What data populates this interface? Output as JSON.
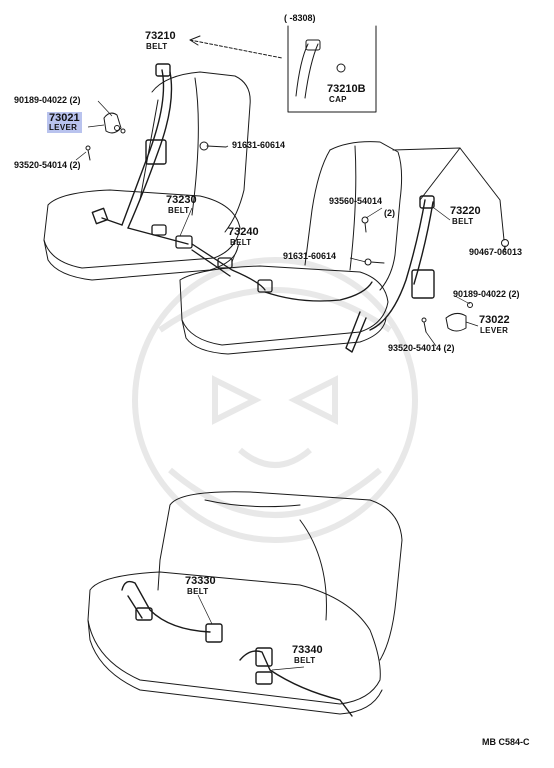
{
  "diagram": {
    "inset_range": "(      -8308)",
    "parts": [
      {
        "id": "p73210",
        "number": "73210",
        "name": "BELT"
      },
      {
        "id": "p73210b",
        "number": "73210B",
        "name": "CAP"
      },
      {
        "id": "p73021",
        "number": "73021",
        "name": "LEVER",
        "highlighted": true
      },
      {
        "id": "p90189a",
        "number": "90189-04022 (2)"
      },
      {
        "id": "p93520a",
        "number": "93520-54014 (2)"
      },
      {
        "id": "p91631a",
        "number": "91631-60614"
      },
      {
        "id": "p73230",
        "number": "73230",
        "name": "BELT"
      },
      {
        "id": "p73240",
        "number": "73240",
        "name": "BELT"
      },
      {
        "id": "p93560",
        "number": "93560-54014",
        "qty": "(2)"
      },
      {
        "id": "p73220",
        "number": "73220",
        "name": "BELT"
      },
      {
        "id": "p91631b",
        "number": "91631-60614"
      },
      {
        "id": "p90467",
        "number": "90467-06013"
      },
      {
        "id": "p90189b",
        "number": "90189-04022 (2)"
      },
      {
        "id": "p73022",
        "number": "73022",
        "name": "LEVER"
      },
      {
        "id": "p93520b",
        "number": "93520-54014 (2)"
      },
      {
        "id": "p73330",
        "number": "73330",
        "name": "BELT"
      },
      {
        "id": "p73340",
        "number": "73340",
        "name": "BELT"
      }
    ],
    "figure_code": "MB  C584-C",
    "colors": {
      "ink": "#1a1a1a",
      "highlight": "#b9c3ee",
      "watermark": "#e8e8e8"
    }
  }
}
